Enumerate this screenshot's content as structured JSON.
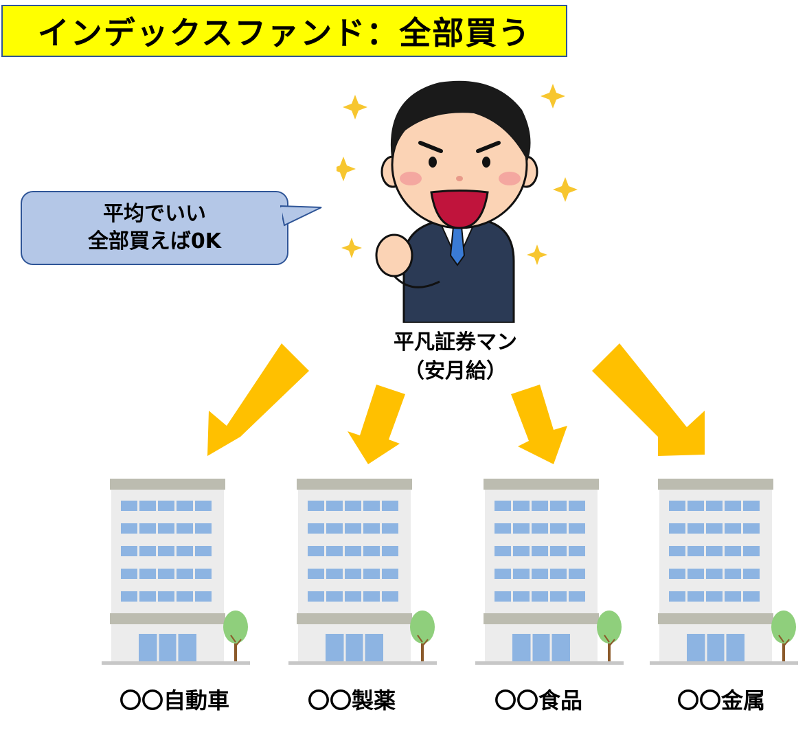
{
  "title": "インデックスファンド：全部買う",
  "speech_bubble": {
    "line1": "平均でいい",
    "line2": "全部買えば0K"
  },
  "person": {
    "name": "平凡証券マン",
    "salary_note": "（安月給）"
  },
  "companies": [
    {
      "label": "〇〇自動車"
    },
    {
      "label": "〇〇製薬"
    },
    {
      "label": "〇〇食品"
    },
    {
      "label": "〇〇金属"
    }
  ],
  "colors": {
    "title_bg": "#ffff00",
    "bubble_bg": "#b4c7e7",
    "border": "#2f5597",
    "arrow": "#ffc000",
    "window": "#8db4e2",
    "building_wall": "#ececec",
    "building_band": "#bcbcb0",
    "tree": "#8fcf7c"
  }
}
